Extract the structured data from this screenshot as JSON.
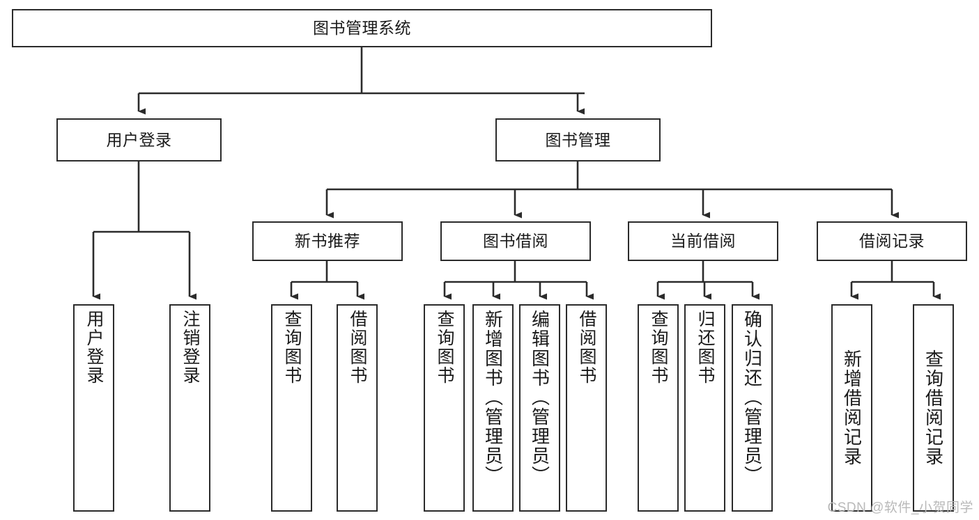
{
  "diagram": {
    "title": "图书管理系统",
    "watermark": "CSDN @软件_小贺同学",
    "stroke_color": "#2b2b2b",
    "fill_color": "#ffffff",
    "text_color": "#1a1a1a",
    "watermark_color": "#b9b9b9"
  },
  "nodes": {
    "root": {
      "label": "图书管理系统"
    },
    "level2": [
      {
        "label": "用户登录"
      },
      {
        "label": "图书管理"
      }
    ],
    "level3": [
      {
        "label": "新书推荐"
      },
      {
        "label": "图书借阅"
      },
      {
        "label": "当前借阅"
      },
      {
        "label": "借阅记录"
      }
    ],
    "leaves": {
      "user_login": [
        {
          "label": "用户登录"
        },
        {
          "label": "注销登录"
        }
      ],
      "new_book": [
        {
          "label": "查询图书"
        },
        {
          "label": "借阅图书"
        }
      ],
      "book_borrow": [
        {
          "label": "查询图书"
        },
        {
          "label": "新增图书（管理员）"
        },
        {
          "label": "编辑图书（管理员）"
        },
        {
          "label": "借阅图书"
        }
      ],
      "current_borrow": [
        {
          "label": "查询图书"
        },
        {
          "label": "归还图书"
        },
        {
          "label": "确认归还（管理员）"
        }
      ],
      "borrow_record": [
        {
          "label": "新增借阅记录"
        },
        {
          "label": "查询借阅记录"
        }
      ]
    }
  },
  "chart_data": {
    "type": "diagram",
    "subtype": "tree-hierarchy",
    "title": "图书管理系统",
    "orientation": "top-down",
    "edge_style": "orthogonal-arrow",
    "tree": {
      "name": "图书管理系统",
      "children": [
        {
          "name": "用户登录",
          "children": [
            {
              "name": "用户登录"
            },
            {
              "name": "注销登录"
            }
          ]
        },
        {
          "name": "图书管理",
          "children": [
            {
              "name": "新书推荐",
              "children": [
                {
                  "name": "查询图书"
                },
                {
                  "name": "借阅图书"
                }
              ]
            },
            {
              "name": "图书借阅",
              "children": [
                {
                  "name": "查询图书"
                },
                {
                  "name": "新增图书（管理员）"
                },
                {
                  "name": "编辑图书（管理员）"
                },
                {
                  "name": "借阅图书"
                }
              ]
            },
            {
              "name": "当前借阅",
              "children": [
                {
                  "name": "查询图书"
                },
                {
                  "name": "归还图书"
                },
                {
                  "name": "确认归还（管理员）"
                }
              ]
            },
            {
              "name": "借阅记录",
              "children": [
                {
                  "name": "新增借阅记录"
                },
                {
                  "name": "查询借阅记录"
                }
              ]
            }
          ]
        }
      ]
    },
    "depth": 4,
    "node_count": 18,
    "leaf_count": 13
  }
}
